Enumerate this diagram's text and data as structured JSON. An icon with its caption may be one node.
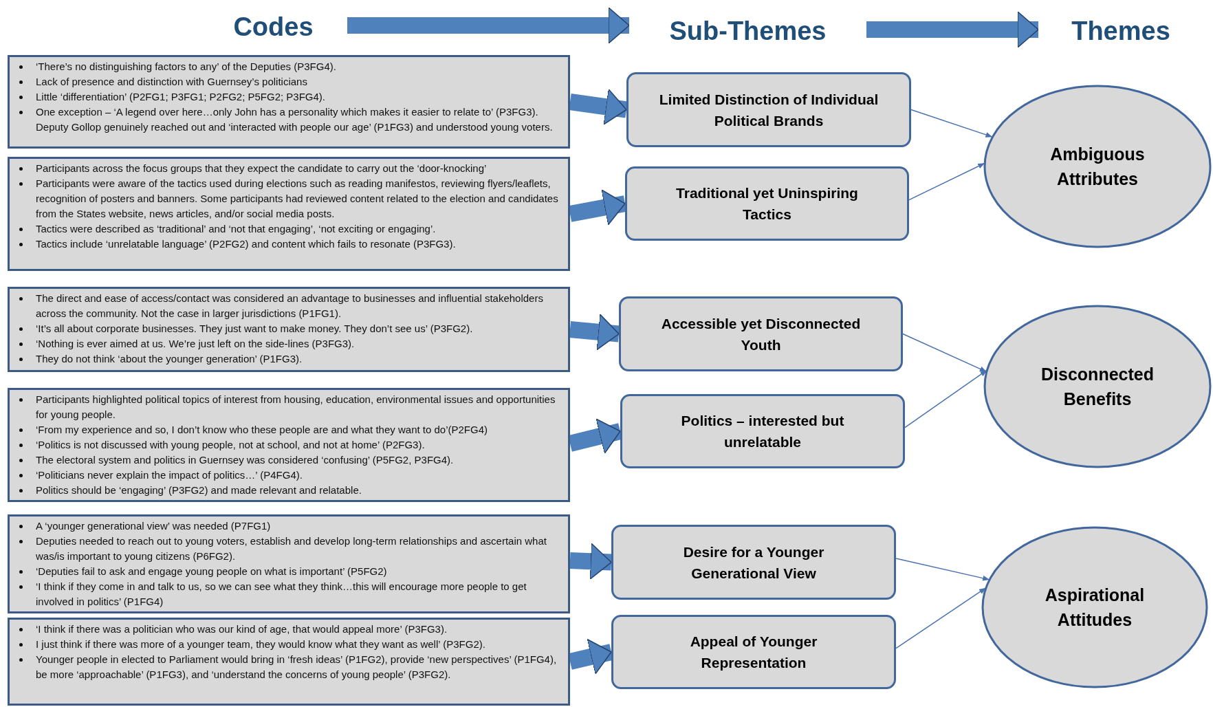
{
  "diagram": {
    "nodes": [
      {
        "text": [
          "Codes"
        ]
      },
      {
        "text": [
          "Sub-Themes"
        ]
      },
      {
        "text": [
          "Themes"
        ]
      },
      {
        "text": [
          "‘There’s no distinguishing factors to any’ of the Deputies (P3FG4).",
          "Lack of presence and distinction with Guernsey’s politicians",
          "Little ‘differentiation’ (P2FG1; P3FG1; P2FG2; P5FG2; P3FG4).",
          "One exception – ‘A legend over here…only John has a personality which makes it easier to relate to’ (P3FG3). Deputy Gollop genuinely reached out and ‘interacted with people our age’ (P1FG3) and understood young voters."
        ]
      },
      {
        "text": [
          "Participants across the focus groups that they expect the candidate to carry out the ‘door-knocking’",
          "Participants were aware of the tactics used during elections such as reading manifestos, reviewing flyers/leaflets, recognition of posters and banners. Some participants had reviewed content related to the election and candidates from the States website, news articles, and/or social media posts.",
          "Tactics were described as ‘traditional’ and ‘not that engaging’, ‘not exciting or engaging’.",
          "Tactics include ‘unrelatable language’ (P2FG2) and content which fails to resonate (P3FG3)."
        ]
      },
      {
        "text": [
          "The direct and ease of access/contact was considered an advantage to businesses and influential stakeholders across the community. Not the case in larger jurisdictions (P1FG1).",
          "‘It’s all about corporate businesses. They just want to make money. They don’t see us’ (P3FG2).",
          "‘Nothing is ever aimed at us. We’re just left on the side-lines (P3FG3).",
          "They do not think ‘about the younger generation’ (P1FG3)."
        ]
      },
      {
        "text": [
          "Participants highlighted political topics of interest from housing, education, environmental issues and opportunities for young people.",
          "‘From my experience and so, I don’t know who these people are and what they want to do’(P2FG4)",
          "‘Politics is not discussed with young people, not at school, and not at home’ (P2FG3).",
          "The electoral system and politics in Guernsey was considered ‘confusing’ (P5FG2, P3FG4).",
          "‘Politicians never explain the impact of politics…’ (P4FG4).",
          "Politics should be ‘engaging’ (P3FG2) and made relevant and relatable."
        ]
      },
      {
        "text": [
          "A ‘younger generational view’ was needed (P7FG1)",
          "Deputies needed to reach out to young voters, establish and develop long-term relationships and ascertain what was/is important to young citizens (P6FG2).",
          "‘Deputies fail to ask and engage young people on what is important’ (P5FG2)",
          "‘I think if they come in and talk to us, so we can see what they think…this will encourage more people to get involved in politics’ (P1FG4)"
        ]
      },
      {
        "text": [
          "‘I think if there was a politician who was our kind of age, that would appeal more’ (P3FG3).",
          "I just think if there was more of a younger team, they would know what they want as well’ (P3FG2).",
          "Younger people in elected to Parliament would bring in ‘fresh ideas’ (P1FG2), provide ‘new perspectives’ (P1FG4), be more ‘approachable’ (P1FG3), and ‘understand the concerns of young people’ (P3FG2)."
        ]
      },
      {
        "text": [
          "Limited Distinction of Individual Political Brands"
        ]
      },
      {
        "text": [
          "Traditional yet Uninspiring Tactics"
        ]
      },
      {
        "text": [
          "Accessible yet Disconnected Youth"
        ]
      },
      {
        "text": [
          "Politics – interested but unrelatable"
        ]
      },
      {
        "text": [
          "Desire for a Younger Generational View"
        ]
      },
      {
        "text": [
          "Appeal of Younger Representation"
        ]
      },
      {
        "text": [
          "Ambiguous Attributes"
        ]
      },
      {
        "text": [
          "Disconnected Benefits"
        ]
      },
      {
        "text": [
          "Aspirational Attitudes"
        ]
      }
    ],
    "edges": [
      {
        "from": 0,
        "to": 1,
        "arrow": "to"
      },
      {
        "from": 1,
        "to": 2,
        "arrow": "to"
      },
      {
        "from": 3,
        "to": 9,
        "arrow": "to"
      },
      {
        "from": 4,
        "to": 10,
        "arrow": "to"
      },
      {
        "from": 5,
        "to": 11,
        "arrow": "to"
      },
      {
        "from": 6,
        "to": 12,
        "arrow": "to"
      },
      {
        "from": 7,
        "to": 13,
        "arrow": "to"
      },
      {
        "from": 8,
        "to": 14,
        "arrow": "to"
      },
      {
        "from": 9,
        "to": 15,
        "arrow": "to"
      },
      {
        "from": 10,
        "to": 15,
        "arrow": "to"
      },
      {
        "from": 11,
        "to": 16,
        "arrow": "to"
      },
      {
        "from": 12,
        "to": 16,
        "arrow": "to"
      },
      {
        "from": 13,
        "to": 17,
        "arrow": "to"
      },
      {
        "from": 14,
        "to": 17,
        "arrow": "to"
      }
    ]
  }
}
